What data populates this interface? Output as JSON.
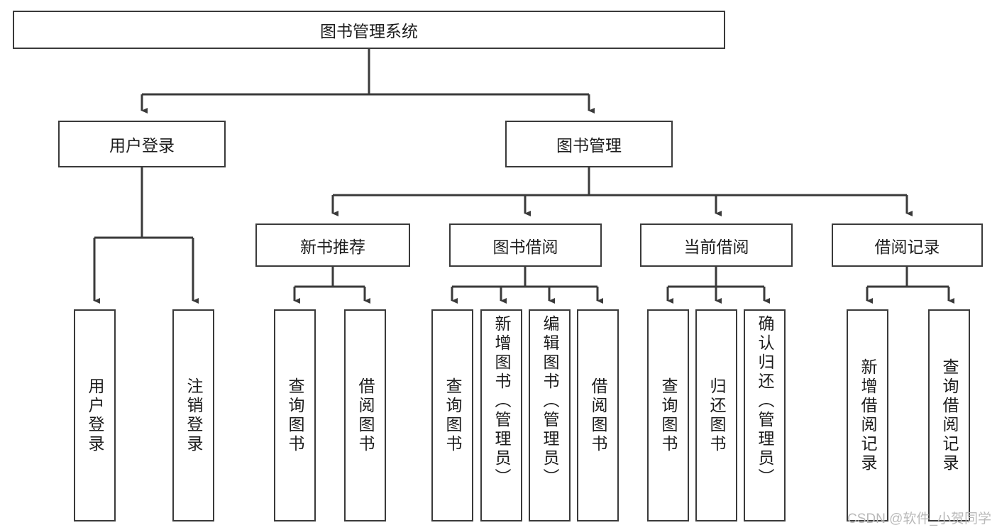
{
  "diagram": {
    "title": "图书管理系统",
    "type": "tree-hierarchy-chart",
    "root": {
      "label": "图书管理系统"
    },
    "level2": [
      {
        "label": "用户登录"
      },
      {
        "label": "图书管理"
      }
    ],
    "level3": [
      {
        "label": "新书推荐"
      },
      {
        "label": "图书借阅"
      },
      {
        "label": "当前借阅"
      },
      {
        "label": "借阅记录"
      }
    ],
    "leaves": {
      "user_login": [
        {
          "label": "用户登录"
        },
        {
          "label": "注销登录"
        }
      ],
      "new_book_recommend": [
        {
          "label": "查询图书"
        },
        {
          "label": "借阅图书"
        }
      ],
      "book_borrow": [
        {
          "label": "查询图书"
        },
        {
          "label": "新增图书（管理员）"
        },
        {
          "label": "编辑图书（管理员）"
        },
        {
          "label": "借阅图书"
        }
      ],
      "current_borrow": [
        {
          "label": "查询图书"
        },
        {
          "label": "归还图书"
        },
        {
          "label": "确认归还（管理员）"
        }
      ],
      "borrow_records": [
        {
          "label": "新增借阅记录"
        },
        {
          "label": "查询借阅记录"
        }
      ]
    }
  },
  "watermark": {
    "text": "CSDN @软件_小贺同学"
  },
  "colors": {
    "box_border": "#3a3a3a",
    "line": "#3a3a3a",
    "background": "#ffffff",
    "text": "#1c1c1c",
    "watermark": "#b9b9b9"
  }
}
